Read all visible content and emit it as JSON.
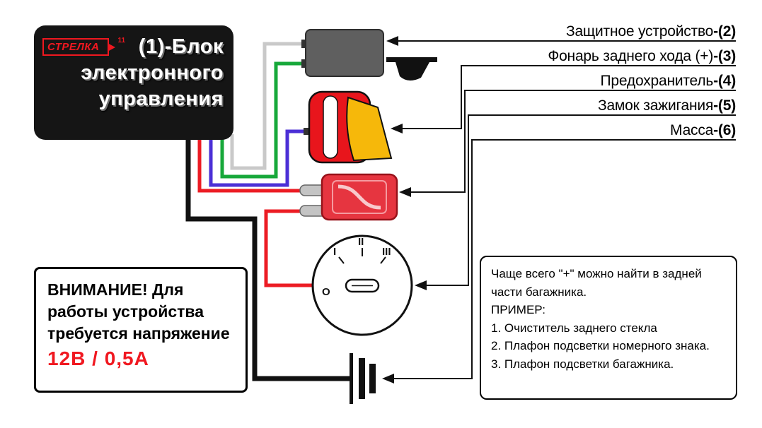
{
  "ecu": {
    "logo": "СТРЕЛКА",
    "logo_suffix": "11",
    "title_line1": "(1)-Блок",
    "title_line2": "электронного",
    "title_line3": "управления"
  },
  "callouts": [
    {
      "text": "Защитное устройство",
      "num": "-(2)"
    },
    {
      "text": "Фонарь заднего хода (+)",
      "num": "-(3)"
    },
    {
      "text": "Предохранитель",
      "num": "-(4)"
    },
    {
      "text": "Замок зажигания",
      "num": "-(5)"
    },
    {
      "text": "Масса",
      "num": "-(6)"
    }
  ],
  "warning": {
    "line1": "ВНИМАНИЕ! Для",
    "line2": "работы устройства",
    "line3": "требуется напряжение",
    "rating": "12В / 0,5А"
  },
  "note": {
    "lines": [
      "Чаще всего \"+\" можно найти в задней",
      "части багажника.",
      "ПРИМЕР:",
      "1. Очиститель заднего стекла",
      "2. Плафон подсветки номерного знака.",
      "3. Плафон подсветки багажника."
    ]
  },
  "ignition": {
    "positions": [
      "O",
      "I",
      "II",
      "III"
    ]
  },
  "colors": {
    "wire_gray": "#c9c9c9",
    "wire_green": "#17a83a",
    "wire_blue": "#4b2fd6",
    "wire_red": "#ec1c24",
    "wire_black": "#111111",
    "accent_red": "#f01820",
    "lamp_yellow": "#f6b80a",
    "device_gray": "#5f5f5f"
  }
}
